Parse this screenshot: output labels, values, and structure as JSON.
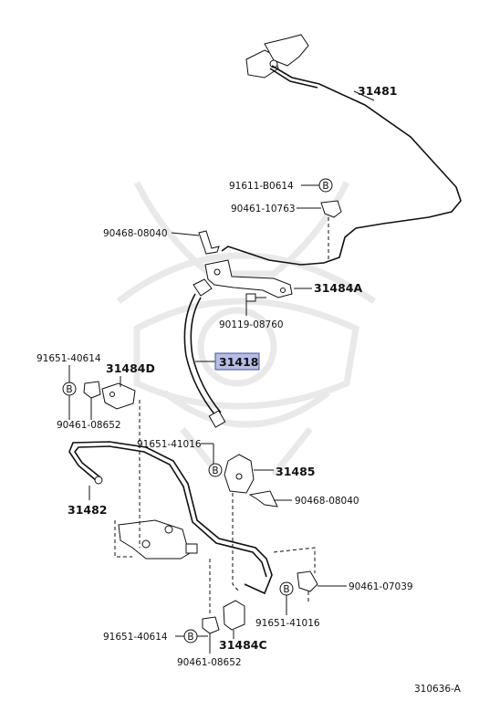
{
  "labels": {
    "p31481": "31481",
    "p91611": "91611-B0614",
    "p90461a": "90461-10763",
    "p90468a": "90468-08040",
    "p31484a": "31484A",
    "p90119": "90119-08760",
    "p31418": "31418",
    "p91651a": "91651-40614",
    "p31484d": "31484D",
    "p90461b": "90461-08652",
    "p91651b": "91651-41016",
    "p31485": "31485",
    "p90468b": "90468-08040",
    "p31482": "31482",
    "p90461c": "90461-07039",
    "p91651c": "91651-41016",
    "p31484c": "31484C",
    "p91651d": "91651-40614",
    "p90461d": "90461-08652"
  },
  "bolt_marker": "B",
  "diagram_code": "310636-A",
  "highlight_color": "#b8bde6",
  "watermark": "samurai-helmet-logo"
}
